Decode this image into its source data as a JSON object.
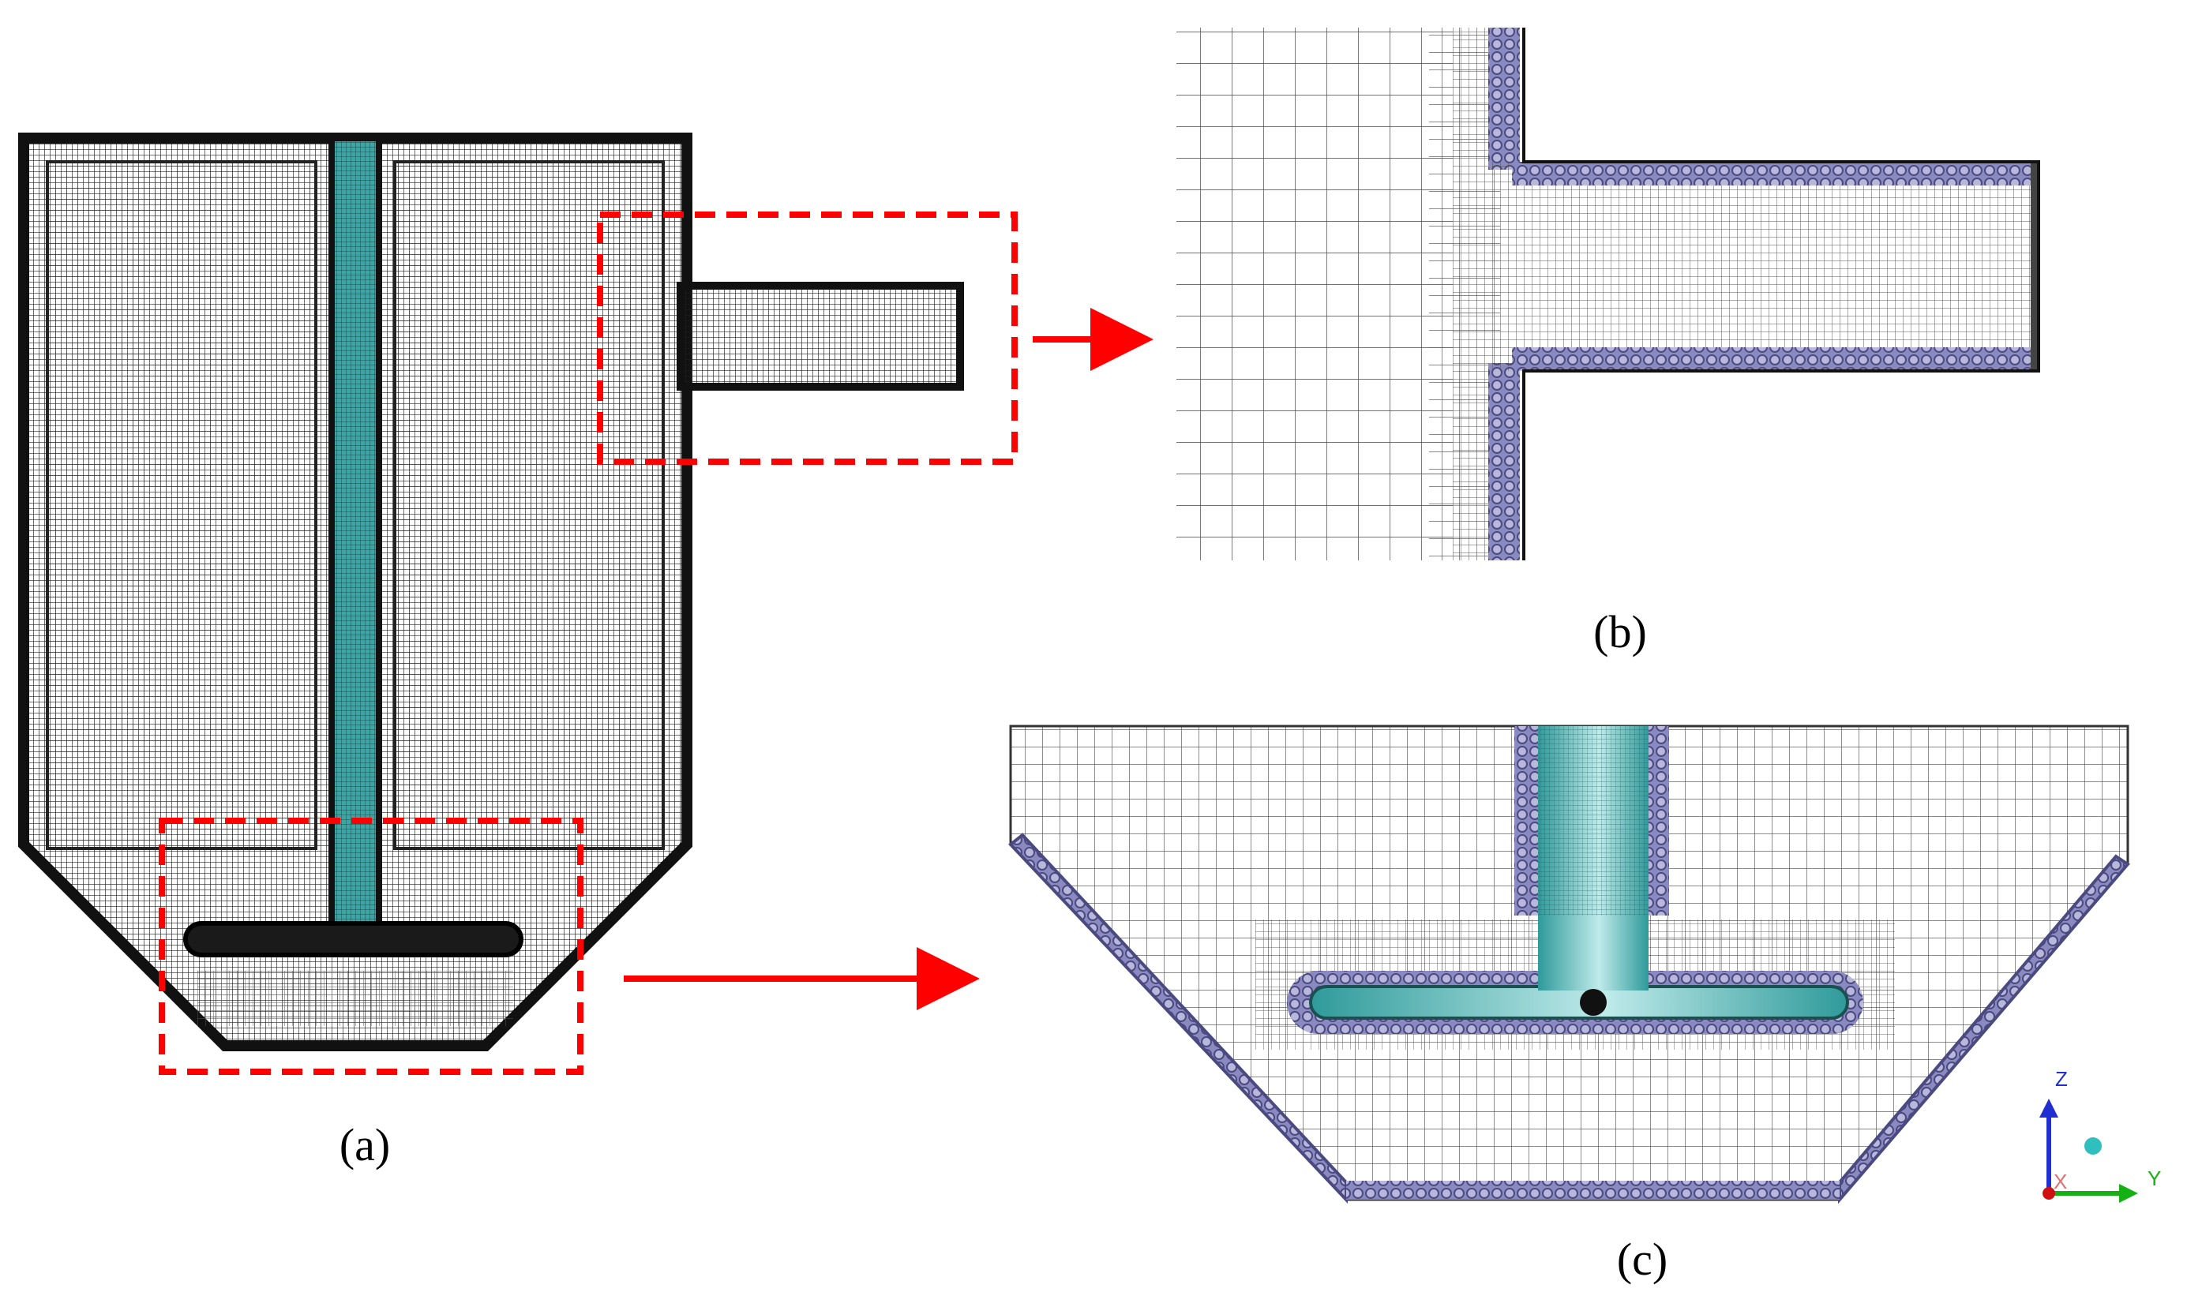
{
  "captions": {
    "a": "(a)",
    "b": "(b)",
    "c": "(c)"
  },
  "triad": {
    "z": "Z",
    "y": "Y",
    "x": "X"
  },
  "colors": {
    "mesh_line": "#2b2b2b",
    "boundary_layer": "#6f6fa8",
    "shaft": "#3aa7a7",
    "highlight": "#ff0000",
    "axis_z": "#1f2fd0",
    "axis_y": "#14b014",
    "axis_x": "#d01010"
  },
  "icons": [
    "arrow-right-icon",
    "coordinate-triad-icon"
  ]
}
